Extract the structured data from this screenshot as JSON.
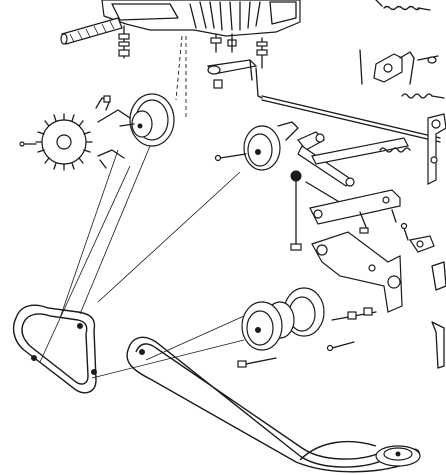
{
  "diagram": {
    "type": "exploded mechanical parts drawing",
    "components": [
      "transmission-housing",
      "input-shaft",
      "cooling-fan",
      "drive-pulley-upper",
      "idler-pulley-upper",
      "idler-arm-linkage",
      "tension-rod",
      "control-rod",
      "mounting-bracket-frame",
      "double-pulley",
      "belt-short",
      "belt-long",
      "belt-pulley-bottom"
    ]
  }
}
